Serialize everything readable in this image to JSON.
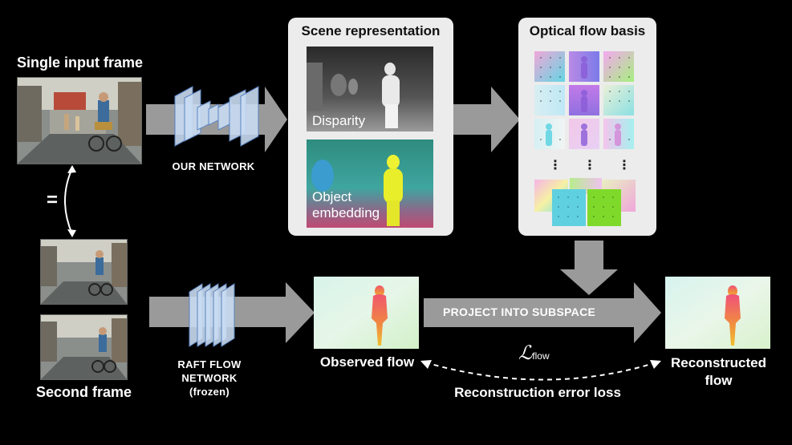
{
  "input": {
    "single_frame_label": "Single input frame",
    "second_frame_label": "Second frame",
    "equals_symbol": "="
  },
  "network": {
    "ours_label": "OUR NETWORK",
    "raft_label_line1": "RAFT FLOW",
    "raft_label_line2": "NETWORK",
    "raft_label_line3": "(frozen)"
  },
  "scene": {
    "title": "Scene representation",
    "disparity_label": "Disparity",
    "embedding_label_line1": "Object",
    "embedding_label_line2": "embedding"
  },
  "basis": {
    "title": "Optical flow basis",
    "dots": [
      "⋮",
      "⋮",
      "⋮"
    ]
  },
  "flow": {
    "observed_label": "Observed flow",
    "project_label": "PROJECT INTO SUBSPACE",
    "reconstructed_label_line1": "Reconstructed",
    "reconstructed_label_line2": "flow"
  },
  "loss": {
    "symbol": "ℒ",
    "subscript": "flow",
    "label": "Reconstruction error loss"
  },
  "colors": {
    "background": "#000000",
    "panel": "#ececec",
    "arrow": "#9a9a9a",
    "layer_fill": "#c9dcf2",
    "layer_stroke": "#5a83c0"
  }
}
